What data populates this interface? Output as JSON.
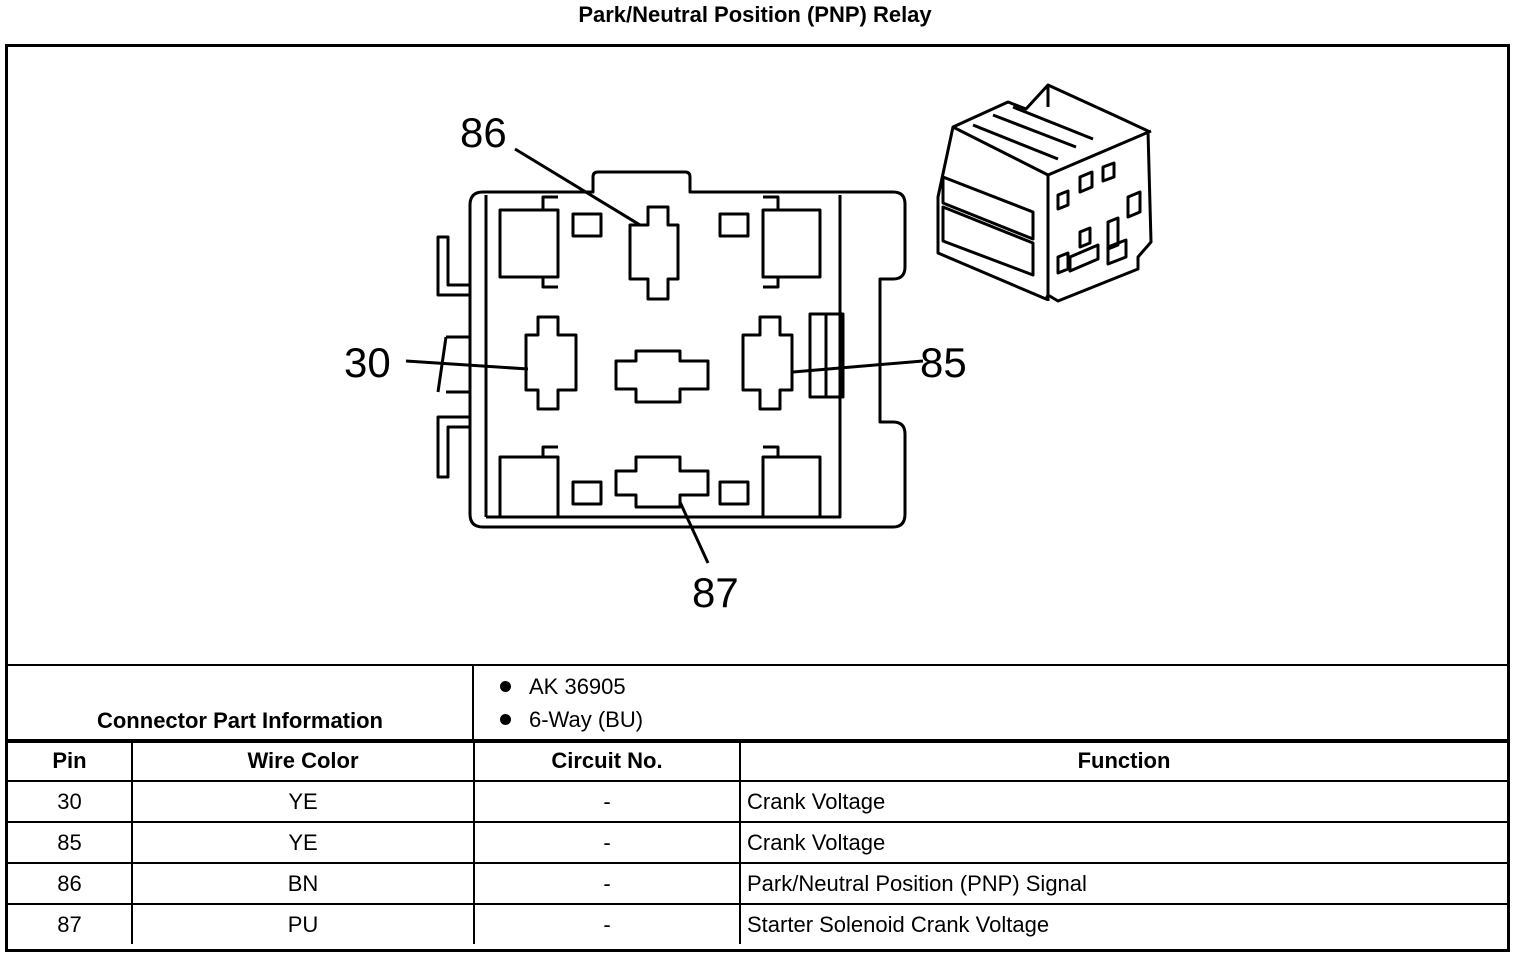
{
  "title": "Park/Neutral Position (PNP) Relay",
  "diagram": {
    "callouts": {
      "pin86": "86",
      "pin30": "30",
      "pin85": "85",
      "pin87": "87"
    }
  },
  "connector_info": {
    "label": "Connector Part Information",
    "items": [
      "AK 36905",
      "6-Way (BU)"
    ]
  },
  "table": {
    "headers": [
      "Pin",
      "Wire Color",
      "Circuit No.",
      "Function"
    ],
    "rows": [
      {
        "pin": "30",
        "wire_color": "YE",
        "circuit": "-",
        "function": "Crank Voltage"
      },
      {
        "pin": "85",
        "wire_color": "YE",
        "circuit": "-",
        "function": "Crank Voltage"
      },
      {
        "pin": "86",
        "wire_color": "BN",
        "circuit": "-",
        "function": "Park/Neutral Position (PNP) Signal"
      },
      {
        "pin": "87",
        "wire_color": "PU",
        "circuit": "-",
        "function": "Starter Solenoid Crank Voltage"
      }
    ]
  }
}
